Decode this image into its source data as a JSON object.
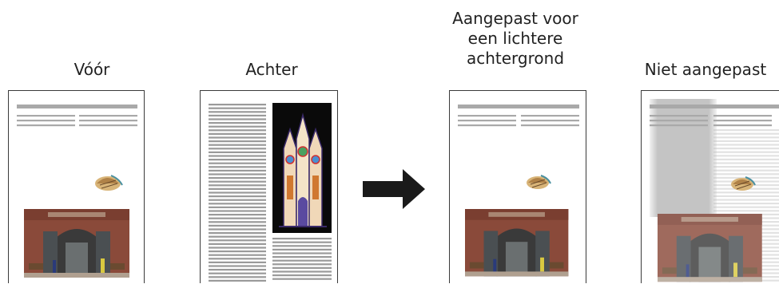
{
  "panels": [
    {
      "caption": "Vóór"
    },
    {
      "caption": "Achter"
    },
    {
      "caption": "Aangepast voor\neen lichtere\nachtergrond"
    },
    {
      "caption": "Niet aangepast"
    }
  ],
  "colors": {
    "text_lines": "#a9a9a9",
    "back_lines": "#9a9a9a",
    "faded_lines": "#e2e2e2",
    "dark_panel": "#0a0a0a",
    "arrow": "#1a1a1a",
    "brick": "#8a4a3a",
    "door": "#4a4f52"
  },
  "icons": {
    "arrow": "right-arrow-icon",
    "shell": "seashell-icon",
    "church": "church-illustration",
    "photo": "building-entrance-photo"
  }
}
